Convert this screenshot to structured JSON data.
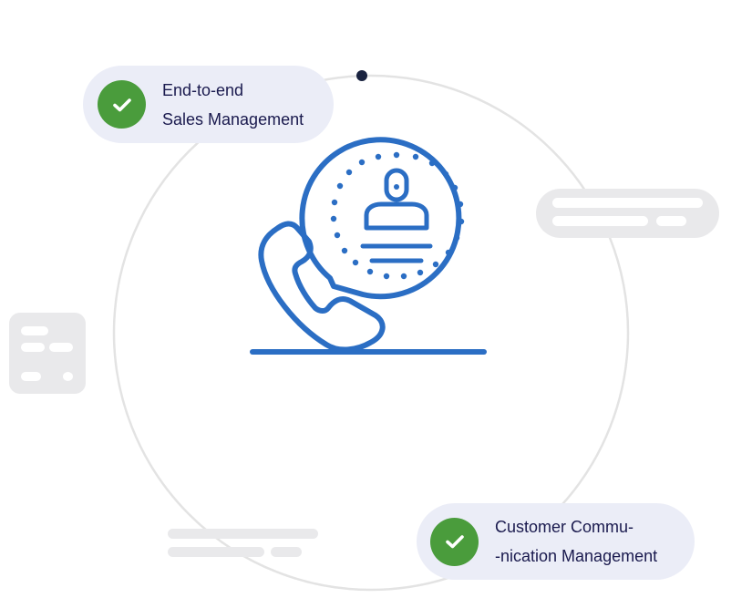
{
  "badges": [
    {
      "line1": "End-to-end",
      "line2": "Sales Management"
    },
    {
      "line1": "Customer Commu-",
      "line2": "-nication Management"
    }
  ],
  "colors": {
    "accent_blue": "#2b6ec4",
    "check_green": "#4a9c3c",
    "pill_bg": "#ebedf7",
    "text_dark": "#1a1a4e",
    "placeholder_gray": "#e9e9eb",
    "orbit_line": "#e3e3e3",
    "orbit_dot": "#1a2340"
  },
  "icons": {
    "hero": "phone-chat-user-icon",
    "badge": "check-icon"
  }
}
